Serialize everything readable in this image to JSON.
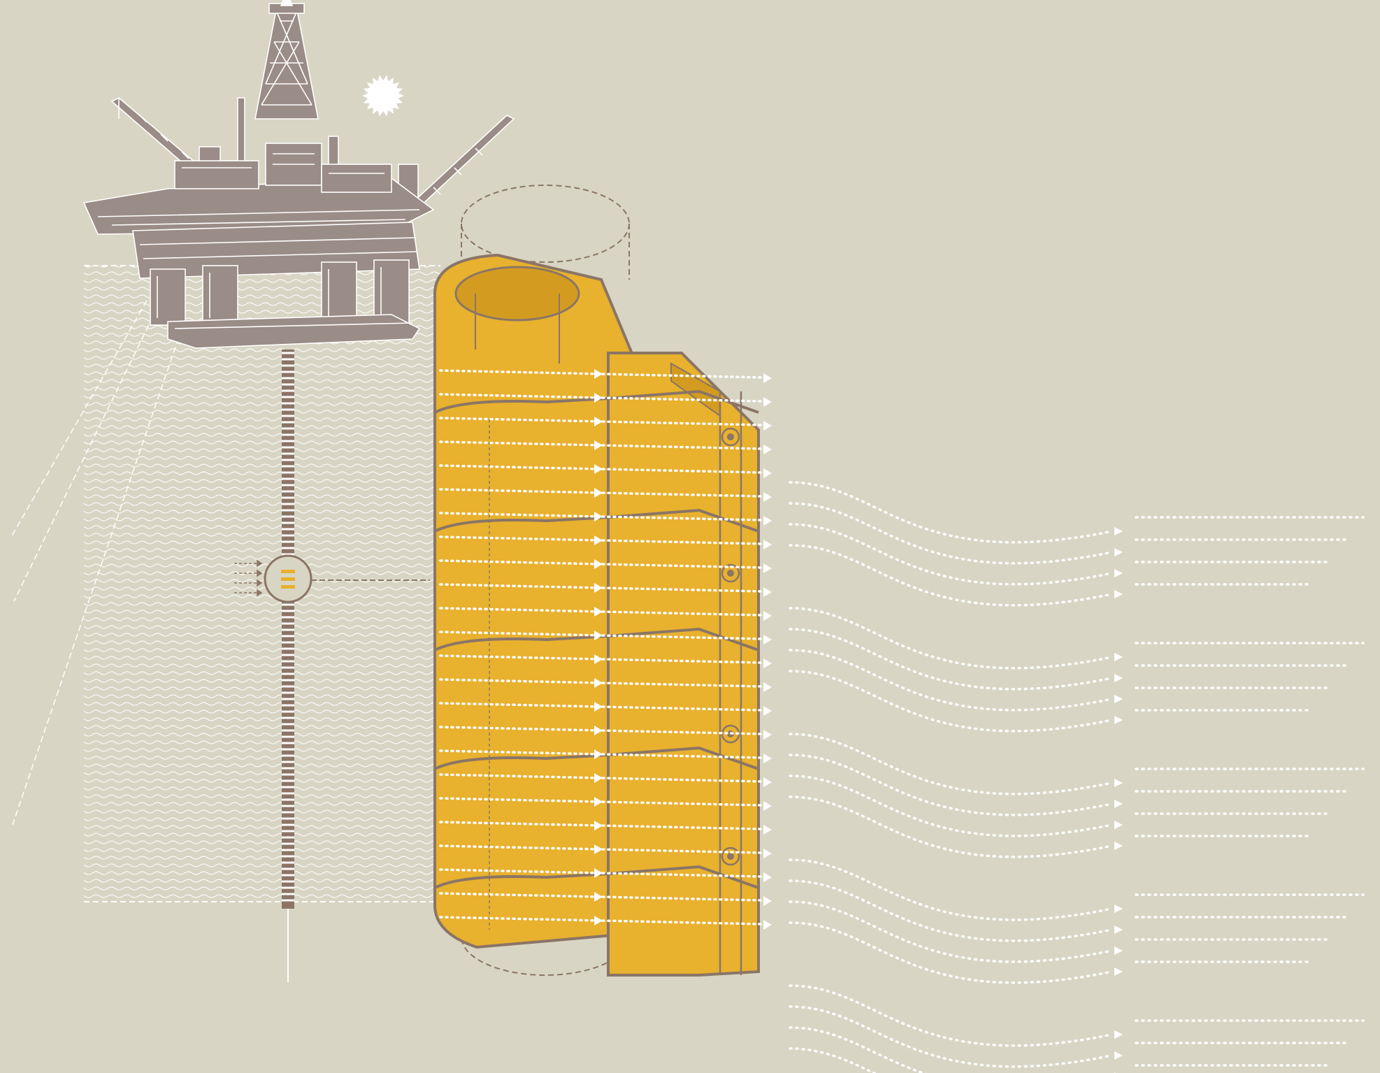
{
  "illustration": {
    "colors": {
      "background": "#d8d5c4",
      "rig": "#9a8c86",
      "outline": "#ffffff",
      "sleeve": "#e8b12e",
      "sleeve_dark": "#d39c20",
      "sleeve_edge": "#8a7566",
      "flow_dots": "#ffffff"
    },
    "parts": {
      "platform": "semi-submersible-rig",
      "sun": "sun-icon",
      "riser": "riser-pipe",
      "detail_callout": "magnifier-circle",
      "sleeve": "vortex-suppression-sleeve"
    },
    "flow": {
      "near_field_arrows": 4,
      "far_field_groups": 5
    }
  }
}
